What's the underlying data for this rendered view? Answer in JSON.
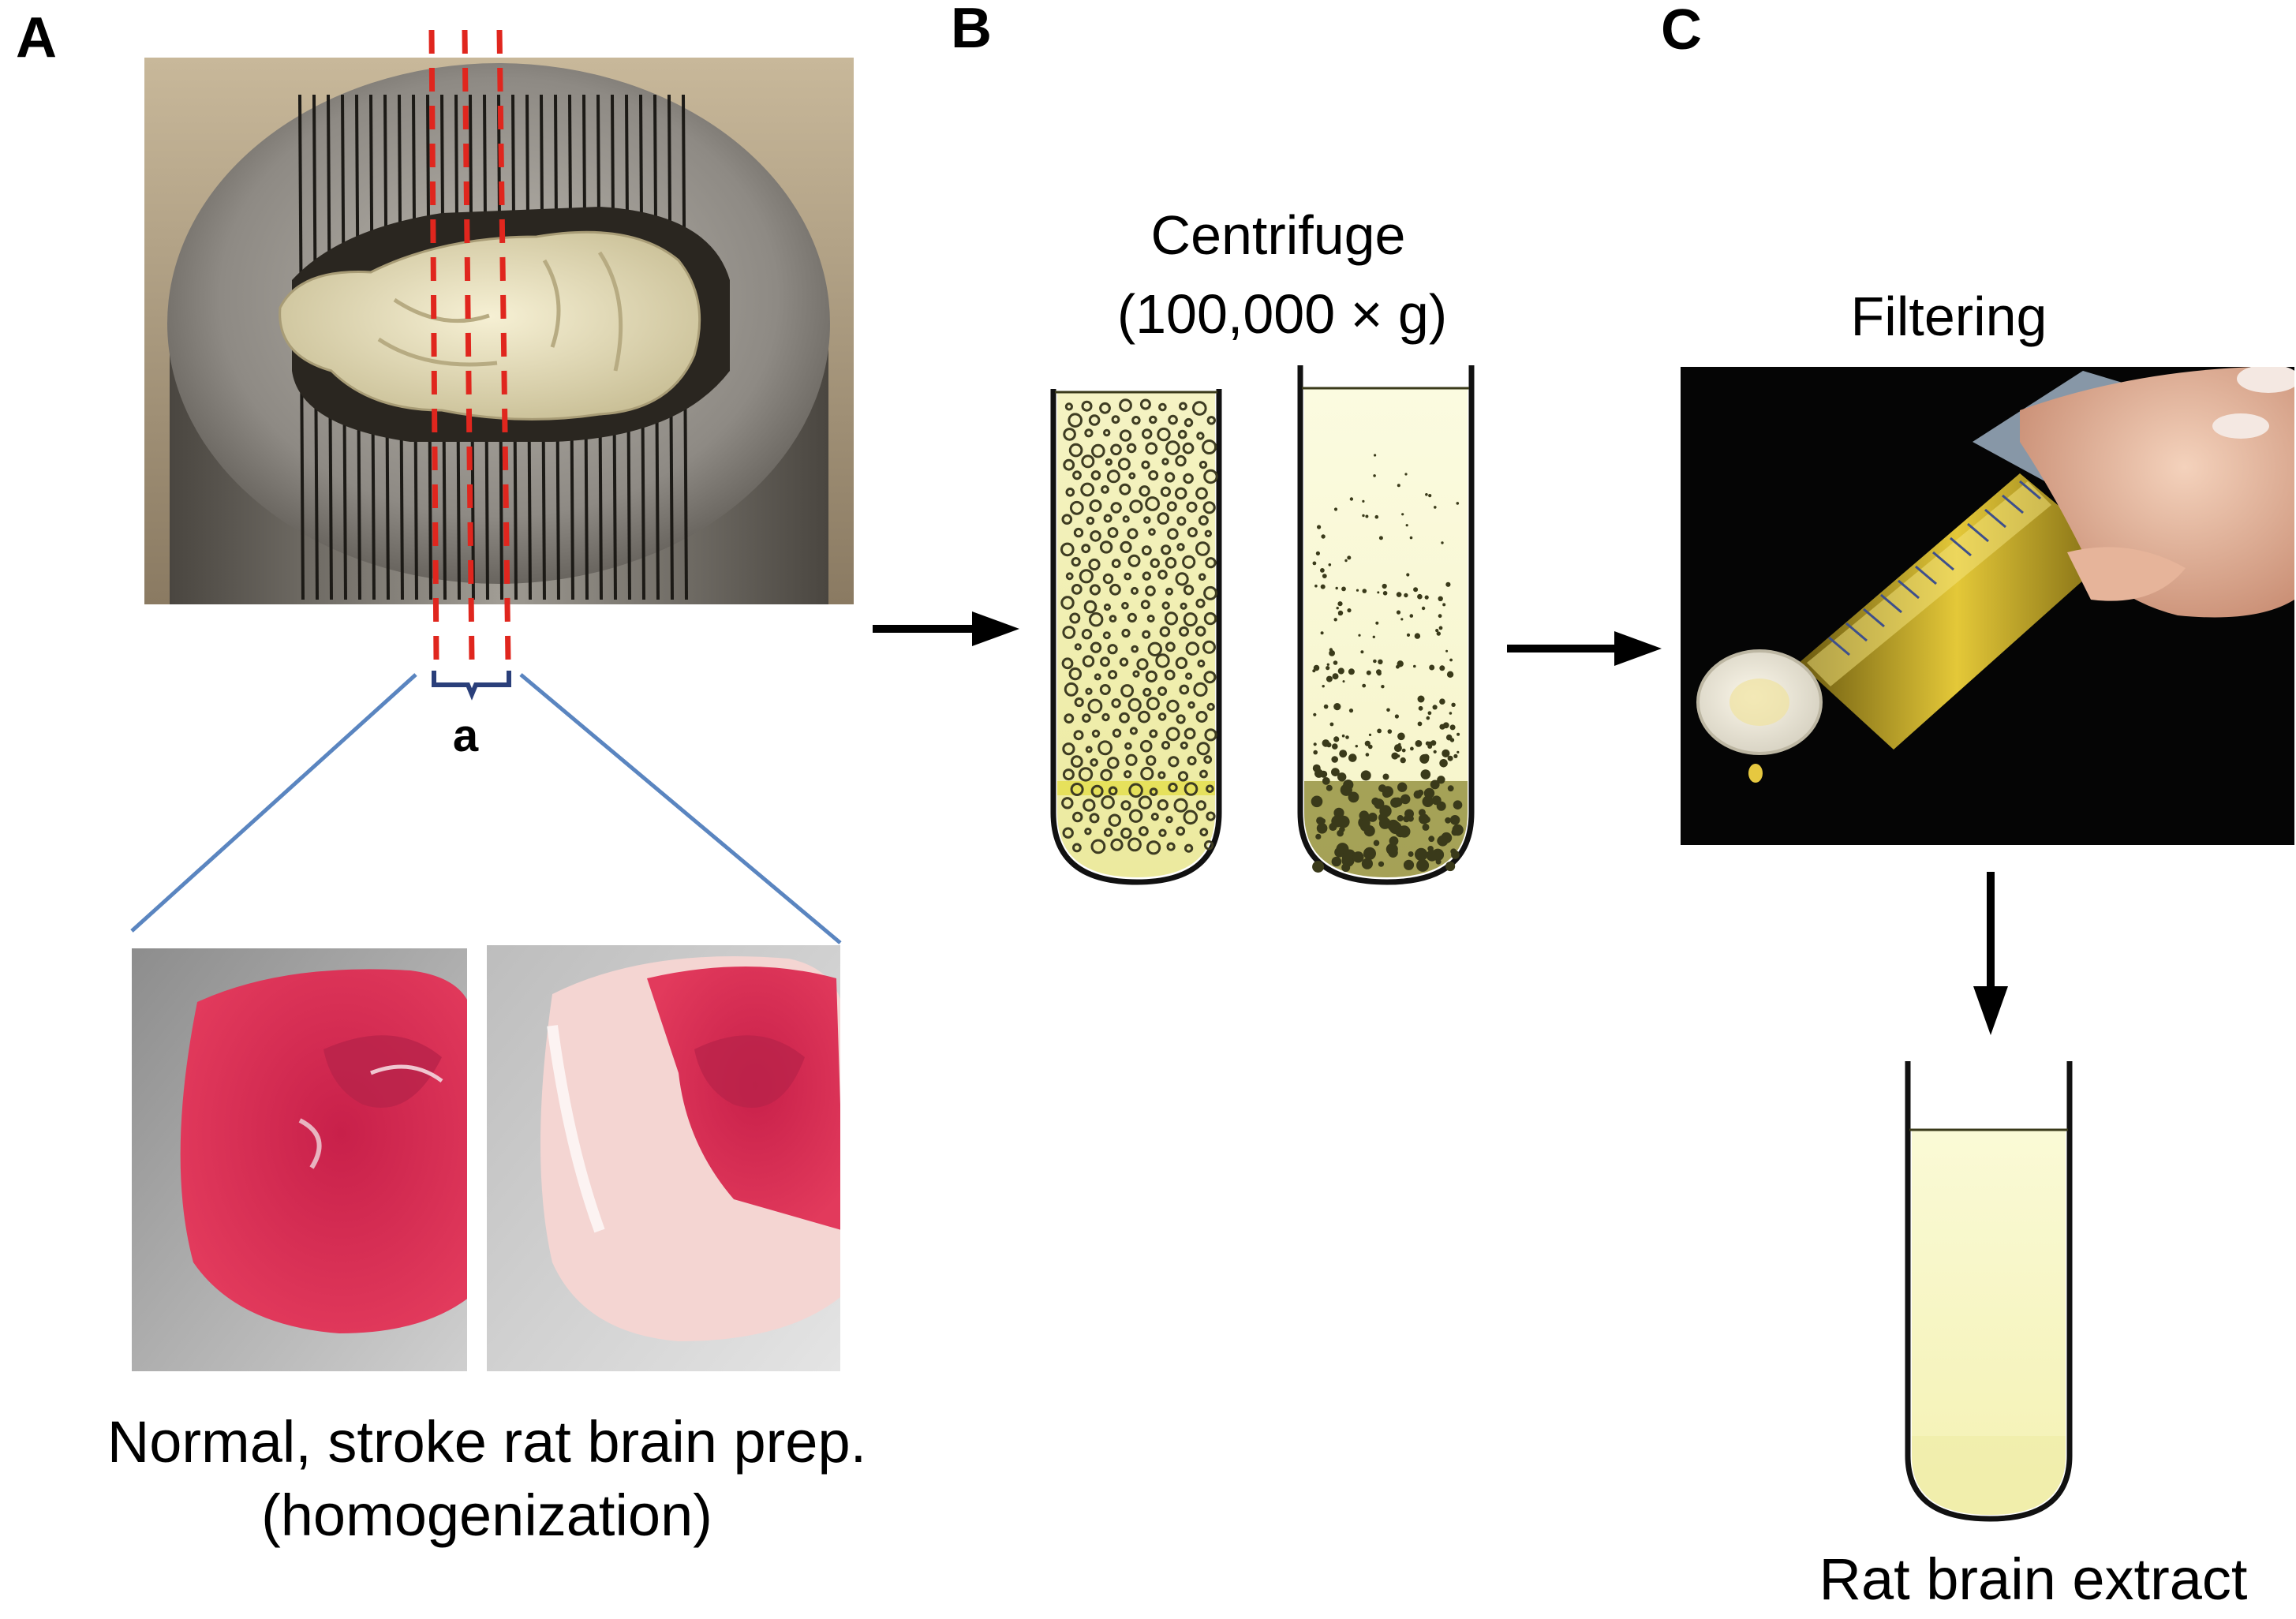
{
  "panels": {
    "a": {
      "letter": "A"
    },
    "b": {
      "letter": "B"
    },
    "c": {
      "letter": "C"
    }
  },
  "panel_a": {
    "slice_label": "a",
    "caption_line1": "Normal, stroke rat brain prep.",
    "caption_line2": "(homogenization)"
  },
  "panel_b": {
    "title_line1": "Centrifuge",
    "title_line2": "(100,000 × g)"
  },
  "panel_c": {
    "title": "Filtering",
    "caption": "Rat brain extract"
  },
  "colors": {
    "slice_guides": "#e0261e",
    "zoom_lines": "#5a85c0",
    "bracket": "#2a3f7a",
    "stain_red": "#d6284e",
    "tube_fluid": "#f4f2c0",
    "pellet": "#3a3a1a"
  }
}
